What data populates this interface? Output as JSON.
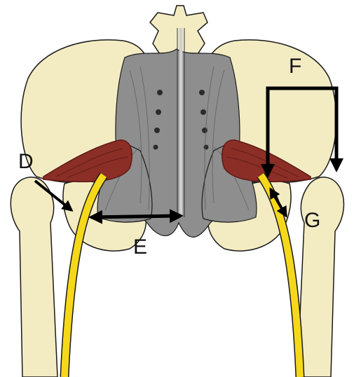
{
  "labels": {
    "d": "D",
    "e": "E",
    "f": "F",
    "g": "G"
  },
  "colors": {
    "bone": "#f3ecc3",
    "bone_shadow": "#d8cf9c",
    "ligament": "#8e8e8e",
    "ligament_dark": "#6a6a6a",
    "muscle": "#8a2e26",
    "muscle_dark": "#5e1a14",
    "nerve": "#f6d81a",
    "outline": "#1a1a1a",
    "arrow": "#000000"
  }
}
